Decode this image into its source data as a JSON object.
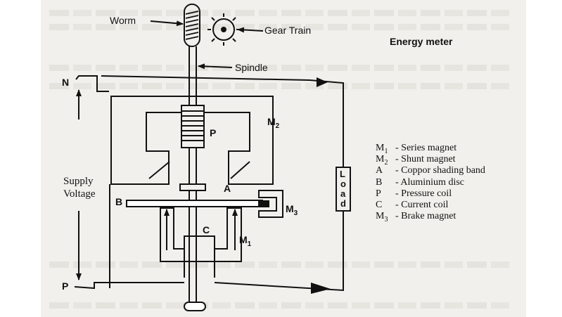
{
  "diagram": {
    "title": "Energy meter",
    "labels": {
      "worm": "Worm",
      "gear_train": "Gear Train",
      "spindle": "Spindle",
      "supply_top": "N",
      "supply_bottom": "P",
      "supply_voltage_line1": "Supply",
      "supply_voltage_line2": "Voltage",
      "pressure_coil": "P",
      "shunt_magnet": "M",
      "shunt_magnet_sub": "2",
      "shading_band": "A",
      "disc": "B",
      "current_coil": "C",
      "series_magnet": "M",
      "series_magnet_sub": "1",
      "brake_magnet": "M",
      "brake_magnet_sub": "3",
      "load": [
        "L",
        "o",
        "a",
        "d"
      ]
    },
    "legend": [
      {
        "sym": "M",
        "sub": "1",
        "desc": "- Series magnet"
      },
      {
        "sym": "M",
        "sub": "2",
        "desc": "- Shunt magnet"
      },
      {
        "sym": "A",
        "sub": "",
        "desc": "- Coppor shading band"
      },
      {
        "sym": "B",
        "sub": "",
        "desc": "- Aluminium disc"
      },
      {
        "sym": "P",
        "sub": "",
        "desc": "- Pressure coil"
      },
      {
        "sym": "C",
        "sub": "",
        "desc": "- Current coil"
      },
      {
        "sym": "M",
        "sub": "3",
        "desc": "- Brake magnet"
      }
    ]
  }
}
